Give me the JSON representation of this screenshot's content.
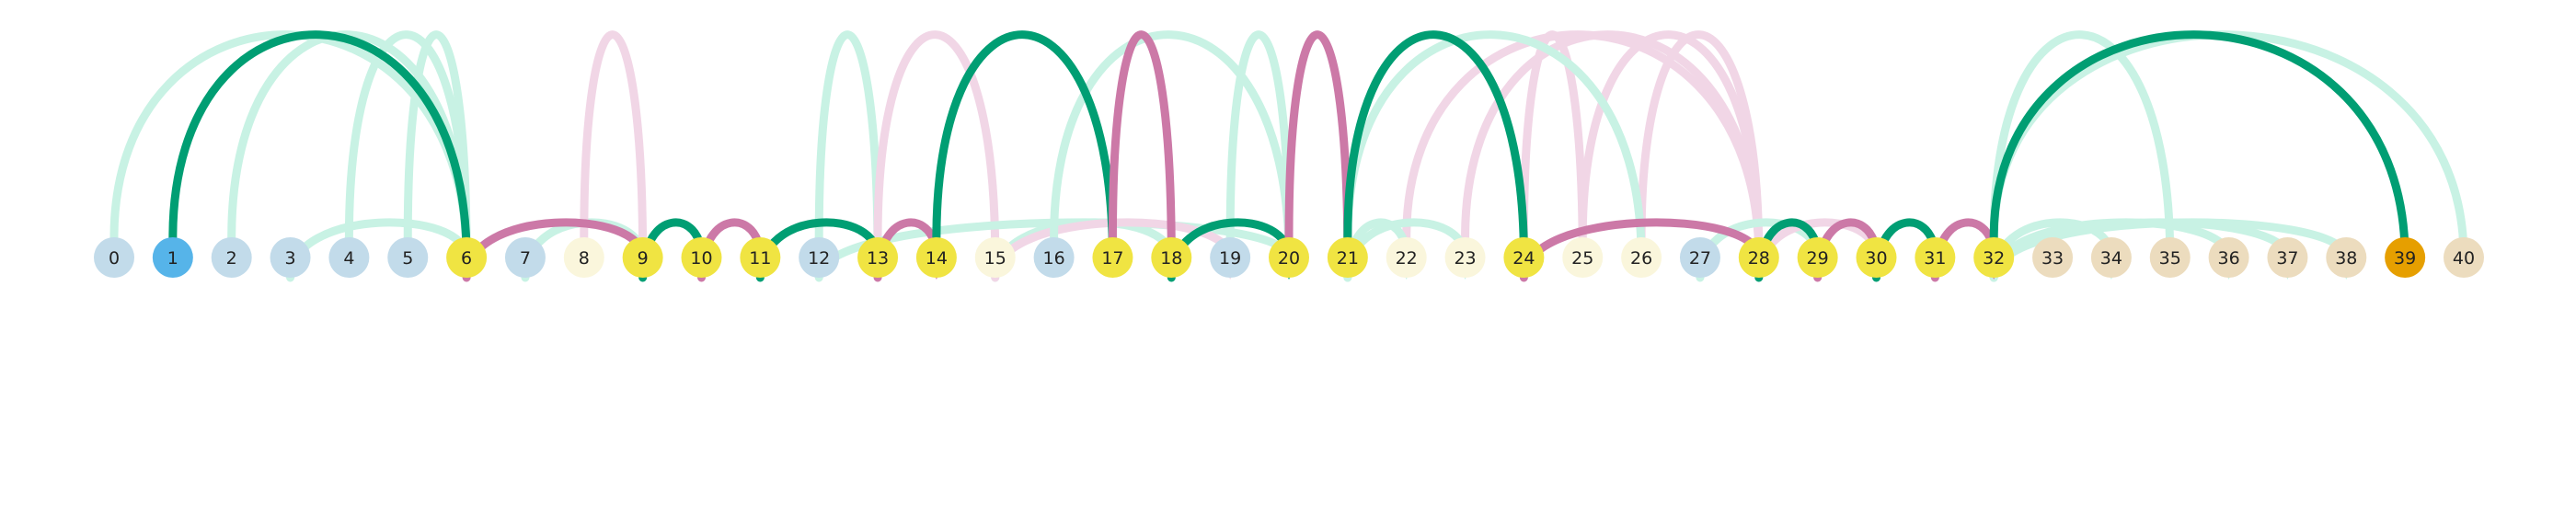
{
  "palette": {
    "green": "#009e73",
    "pink": "#cc79a7",
    "green_faded": "#c8f2e4",
    "pink_faded": "#f1d6e6",
    "node_blue_light": "#c2dbea",
    "node_blue": "#56b4e9",
    "node_yellow": "#f0e442",
    "node_cream": "#faf6dc",
    "node_beige": "#ecdcbe",
    "node_orange": "#e69f00"
  },
  "nodes": [
    {
      "id": 0,
      "label": "0",
      "color": "node_blue_light"
    },
    {
      "id": 1,
      "label": "1",
      "color": "node_blue"
    },
    {
      "id": 2,
      "label": "2",
      "color": "node_blue_light"
    },
    {
      "id": 3,
      "label": "3",
      "color": "node_blue_light"
    },
    {
      "id": 4,
      "label": "4",
      "color": "node_blue_light"
    },
    {
      "id": 5,
      "label": "5",
      "color": "node_blue_light"
    },
    {
      "id": 6,
      "label": "6",
      "color": "node_yellow"
    },
    {
      "id": 7,
      "label": "7",
      "color": "node_blue_light"
    },
    {
      "id": 8,
      "label": "8",
      "color": "node_cream"
    },
    {
      "id": 9,
      "label": "9",
      "color": "node_yellow"
    },
    {
      "id": 10,
      "label": "10",
      "color": "node_yellow"
    },
    {
      "id": 11,
      "label": "11",
      "color": "node_yellow"
    },
    {
      "id": 12,
      "label": "12",
      "color": "node_blue_light"
    },
    {
      "id": 13,
      "label": "13",
      "color": "node_yellow"
    },
    {
      "id": 14,
      "label": "14",
      "color": "node_yellow"
    },
    {
      "id": 15,
      "label": "15",
      "color": "node_cream"
    },
    {
      "id": 16,
      "label": "16",
      "color": "node_blue_light"
    },
    {
      "id": 17,
      "label": "17",
      "color": "node_yellow"
    },
    {
      "id": 18,
      "label": "18",
      "color": "node_yellow"
    },
    {
      "id": 19,
      "label": "19",
      "color": "node_blue_light"
    },
    {
      "id": 20,
      "label": "20",
      "color": "node_yellow"
    },
    {
      "id": 21,
      "label": "21",
      "color": "node_yellow"
    },
    {
      "id": 22,
      "label": "22",
      "color": "node_cream"
    },
    {
      "id": 23,
      "label": "23",
      "color": "node_cream"
    },
    {
      "id": 24,
      "label": "24",
      "color": "node_yellow"
    },
    {
      "id": 25,
      "label": "25",
      "color": "node_cream"
    },
    {
      "id": 26,
      "label": "26",
      "color": "node_cream"
    },
    {
      "id": 27,
      "label": "27",
      "color": "node_blue_light"
    },
    {
      "id": 28,
      "label": "28",
      "color": "node_yellow"
    },
    {
      "id": 29,
      "label": "29",
      "color": "node_yellow"
    },
    {
      "id": 30,
      "label": "30",
      "color": "node_yellow"
    },
    {
      "id": 31,
      "label": "31",
      "color": "node_yellow"
    },
    {
      "id": 32,
      "label": "32",
      "color": "node_yellow"
    },
    {
      "id": 33,
      "label": "33",
      "color": "node_beige"
    },
    {
      "id": 34,
      "label": "34",
      "color": "node_beige"
    },
    {
      "id": 35,
      "label": "35",
      "color": "node_beige"
    },
    {
      "id": 36,
      "label": "36",
      "color": "node_beige"
    },
    {
      "id": 37,
      "label": "37",
      "color": "node_beige"
    },
    {
      "id": 38,
      "label": "38",
      "color": "node_beige"
    },
    {
      "id": 39,
      "label": "39",
      "color": "node_orange"
    },
    {
      "id": 40,
      "label": "40",
      "color": "node_beige"
    }
  ],
  "edges": [
    {
      "from": 0,
      "to": 6,
      "side": "top",
      "color": "green_faded"
    },
    {
      "from": 2,
      "to": 6,
      "side": "top",
      "color": "green_faded"
    },
    {
      "from": 4,
      "to": 6,
      "side": "top",
      "color": "green_faded"
    },
    {
      "from": 5,
      "to": 6,
      "side": "top",
      "color": "green_faded"
    },
    {
      "from": 3,
      "to": 6,
      "side": "bottom",
      "color": "green_faded"
    },
    {
      "from": 7,
      "to": 9,
      "side": "bottom",
      "color": "green_faded"
    },
    {
      "from": 8,
      "to": 9,
      "side": "top",
      "color": "pink_faded"
    },
    {
      "from": 12,
      "to": 13,
      "side": "top",
      "color": "green_faded"
    },
    {
      "from": 13,
      "to": 15,
      "side": "top",
      "color": "pink_faded"
    },
    {
      "from": 12,
      "to": 20,
      "side": "bottom",
      "color": "green_faded"
    },
    {
      "from": 15,
      "to": 18,
      "side": "bottom",
      "color": "green_faded"
    },
    {
      "from": 15,
      "to": 19,
      "side": "bottom",
      "color": "pink_faded"
    },
    {
      "from": 16,
      "to": 20,
      "side": "top",
      "color": "green_faded"
    },
    {
      "from": 19,
      "to": 20,
      "side": "top",
      "color": "green_faded"
    },
    {
      "from": 22,
      "to": 28,
      "side": "top",
      "color": "pink_faded"
    },
    {
      "from": 23,
      "to": 28,
      "side": "top",
      "color": "pink_faded"
    },
    {
      "from": 24,
      "to": 25,
      "side": "top",
      "color": "pink_faded"
    },
    {
      "from": 25,
      "to": 28,
      "side": "top",
      "color": "pink_faded"
    },
    {
      "from": 26,
      "to": 28,
      "side": "top",
      "color": "pink_faded"
    },
    {
      "from": 21,
      "to": 26,
      "side": "top",
      "color": "green_faded"
    },
    {
      "from": 21,
      "to": 22,
      "side": "bottom",
      "color": "green_faded"
    },
    {
      "from": 21,
      "to": 23,
      "side": "bottom",
      "color": "green_faded"
    },
    {
      "from": 27,
      "to": 29,
      "side": "bottom",
      "color": "green_faded"
    },
    {
      "from": 28,
      "to": 30,
      "side": "bottom",
      "color": "pink_faded"
    },
    {
      "from": 32,
      "to": 35,
      "side": "top",
      "color": "green_faded"
    },
    {
      "from": 32,
      "to": 40,
      "side": "top",
      "color": "green_faded"
    },
    {
      "from": 32,
      "to": 34,
      "side": "bottom",
      "color": "green_faded"
    },
    {
      "from": 32,
      "to": 36,
      "side": "bottom",
      "color": "green_faded"
    },
    {
      "from": 32,
      "to": 37,
      "side": "bottom",
      "color": "green_faded"
    },
    {
      "from": 32,
      "to": 38,
      "side": "bottom",
      "color": "green_faded"
    },
    {
      "from": 1,
      "to": 6,
      "side": "top",
      "color": "green"
    },
    {
      "from": 6,
      "to": 9,
      "side": "bottom",
      "color": "pink"
    },
    {
      "from": 9,
      "to": 10,
      "side": "bottom",
      "color": "green"
    },
    {
      "from": 10,
      "to": 11,
      "side": "bottom",
      "color": "pink"
    },
    {
      "from": 11,
      "to": 13,
      "side": "bottom",
      "color": "green"
    },
    {
      "from": 13,
      "to": 14,
      "side": "bottom",
      "color": "pink"
    },
    {
      "from": 14,
      "to": 17,
      "side": "top",
      "color": "green"
    },
    {
      "from": 17,
      "to": 18,
      "side": "top",
      "color": "pink"
    },
    {
      "from": 18,
      "to": 20,
      "side": "bottom",
      "color": "green"
    },
    {
      "from": 20,
      "to": 21,
      "side": "top",
      "color": "pink"
    },
    {
      "from": 21,
      "to": 24,
      "side": "top",
      "color": "green"
    },
    {
      "from": 24,
      "to": 28,
      "side": "bottom",
      "color": "pink"
    },
    {
      "from": 28,
      "to": 29,
      "side": "bottom",
      "color": "green"
    },
    {
      "from": 29,
      "to": 30,
      "side": "bottom",
      "color": "pink"
    },
    {
      "from": 30,
      "to": 31,
      "side": "bottom",
      "color": "green"
    },
    {
      "from": 31,
      "to": 32,
      "side": "bottom",
      "color": "pink"
    },
    {
      "from": 32,
      "to": 39,
      "side": "top",
      "color": "green"
    }
  ]
}
